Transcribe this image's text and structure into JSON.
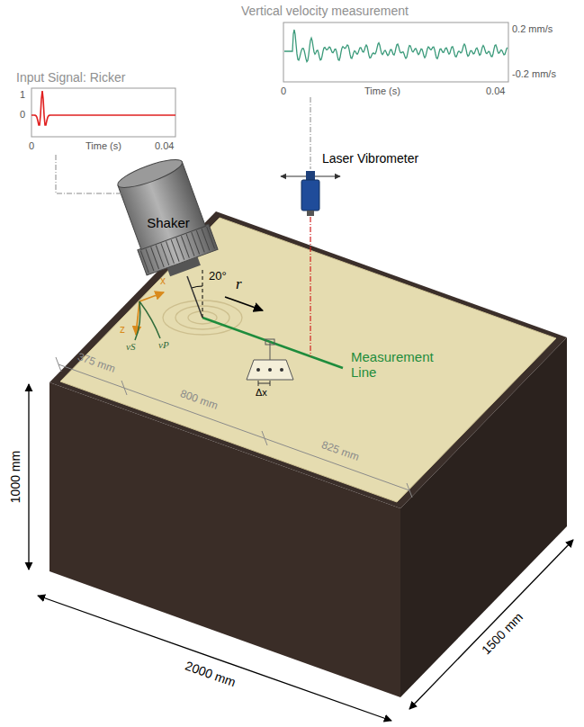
{
  "diagram": {
    "nodes": [
      {
        "text": [
          "Shaker"
        ]
      }
    ],
    "labels": [
      "Vertical velocity measurement",
      "0.2 mm/s",
      "-0.2 mm/s",
      "0",
      "Time (s)",
      "0.04",
      "Input Signal: Ricker",
      "1",
      "0",
      "0",
      "Time (s)",
      "0.04",
      "Laser Vibrometer",
      "20°",
      "r",
      "x",
      "z",
      "vS",
      "vP",
      "Measurement Line",
      "Δx",
      "375 mm",
      "800 mm",
      "825 mm",
      "1000 mm",
      "2000 mm",
      "1500 mm"
    ]
  }
}
